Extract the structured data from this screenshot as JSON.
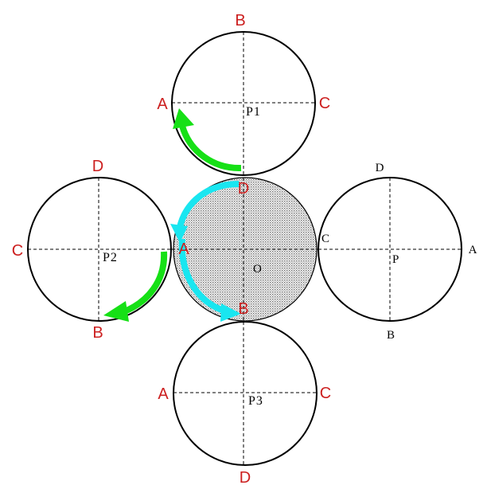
{
  "center_circle": {
    "name": "O",
    "label_D": "D",
    "label_A": "A",
    "label_B": "B",
    "label_C": "C"
  },
  "circle_P": {
    "name": "P",
    "label_D": "D",
    "label_A": "A",
    "label_B": "B"
  },
  "circle_P1": {
    "name": "P1",
    "label_B": "B",
    "label_A": "A",
    "label_C": "C"
  },
  "circle_P2": {
    "name": "P2",
    "label_D": "D",
    "label_C": "C",
    "label_B": "B"
  },
  "circle_P3": {
    "name": "P3",
    "label_A": "A",
    "label_C": "C",
    "label_D": "D"
  },
  "colors": {
    "label_red": "#cc1f1f",
    "arrow_green": "#16e016",
    "arrow_cyan": "#19e6f0",
    "shading": "#9a9a9a"
  }
}
